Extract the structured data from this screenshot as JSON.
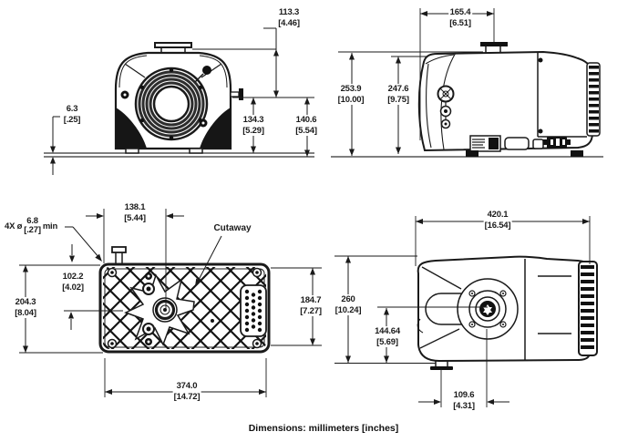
{
  "note": "Dimensions: millimeters [inches]",
  "colors": {
    "ink": "#1a1a1a",
    "background": "#ffffff"
  },
  "views": {
    "front": {
      "dims": {
        "inlet_to_port_center": {
          "mm": "113.3",
          "in": "[4.46]"
        },
        "base_plate_thickness": {
          "mm": "6.3",
          "in": "[.25]"
        },
        "port_center_to_base_top": {
          "mm": "134.3",
          "in": "[5.29]"
        },
        "port_center_to_base_bottom": {
          "mm": "140.6",
          "in": "[5.54]"
        }
      }
    },
    "side_right": {
      "dims": {
        "rear_to_inlet_center": {
          "mm": "165.4",
          "in": "[6.51]"
        },
        "overall_height": {
          "mm": "253.9",
          "in": "[10.00]"
        },
        "body_height": {
          "mm": "247.6",
          "in": "[9.75]"
        }
      }
    },
    "bottom": {
      "cutaway_label": "Cutaway",
      "dims": {
        "edge_to_hub": {
          "mm": "138.1",
          "in": "[5.44]"
        },
        "mounting_holes": {
          "prefix": "4X ø",
          "mm": "6.8",
          "in": "[.27]",
          "suffix": "min"
        },
        "edge_to_centerline": {
          "mm": "102.2",
          "in": "[4.02]"
        },
        "overall_width": {
          "mm": "204.3",
          "in": "[8.04]"
        },
        "plate_width": {
          "mm": "184.7",
          "in": "[7.27]"
        },
        "overall_length": {
          "mm": "374.0",
          "in": "[14.72]"
        }
      }
    },
    "side_left": {
      "dims": {
        "overall_length": {
          "mm": "420.1",
          "in": "[16.54]"
        },
        "overall_height": {
          "mm": "260",
          "in": "[10.24]"
        },
        "hub_to_base": {
          "mm": "144.64",
          "in": "[5.69]"
        },
        "foot_to_hub": {
          "mm": "109.6",
          "in": "[4.31]"
        }
      }
    }
  }
}
